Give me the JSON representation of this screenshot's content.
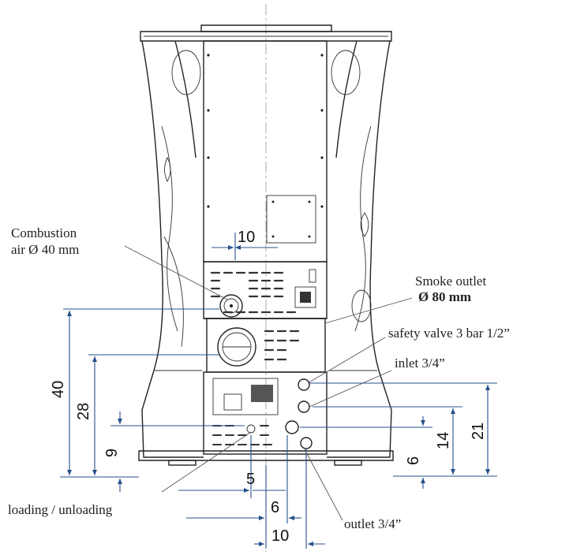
{
  "labels": {
    "combustion_air_line1": "Combustion",
    "combustion_air_line2": "air Ø 40 mm",
    "smoke_outlet_line1": "Smoke outlet",
    "smoke_outlet_line2": "Ø 80 mm",
    "safety_valve": "safety valve 3 bar 1/2”",
    "inlet": "inlet 3/4”",
    "loading_unloading": "loading / unloading",
    "outlet": "outlet 3/4”"
  },
  "dimensions": {
    "top_10": "10",
    "left_40": "40",
    "left_28": "28",
    "left_9": "9",
    "right_21": "21",
    "right_14": "14",
    "right_6": "6",
    "bottom_5": "5",
    "bottom_6": "6",
    "bottom_10": "10"
  },
  "colors": {
    "dimension_line": "#26508a",
    "drawing": "#222222"
  }
}
